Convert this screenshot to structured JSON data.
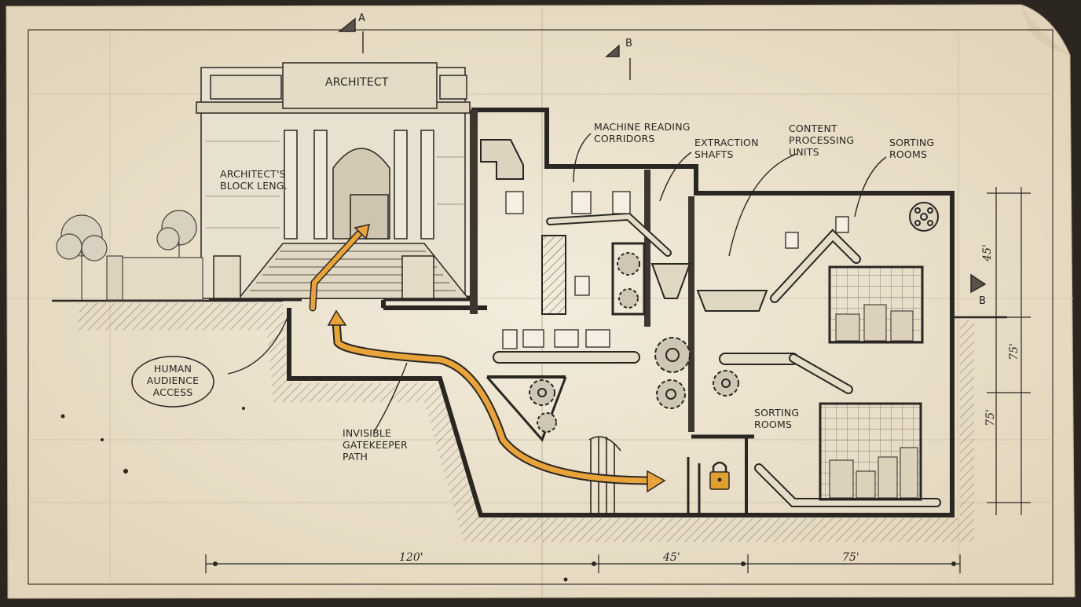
{
  "labels": {
    "architect": "ARCHITECT",
    "block_line1": "ARCHITECT'S",
    "block_line2": "BLOCK LENG.",
    "machine_reading_1": "MACHINE READING",
    "machine_reading_2": "CORRIDORS",
    "extraction_1": "EXTRACTION",
    "extraction_2": "SHAFTS",
    "content_1": "CONTENT",
    "content_2": "PROCESSING",
    "content_3": "UNITS",
    "sorting_top_1": "SORTING",
    "sorting_top_2": "ROOMS",
    "sorting_mid_1": "SORTING",
    "sorting_mid_2": "ROOMS",
    "human_1": "HUMAN",
    "human_2": "AUDIENCE",
    "human_3": "ACCESS",
    "gatekeeper_1": "INVISIBLE",
    "gatekeeper_2": "GATEKEEPER",
    "gatekeeper_3": "PATH"
  },
  "section_marks": {
    "a": "A",
    "b_top": "B",
    "b_right": "B"
  },
  "dimensions": {
    "bottom_1": "120'",
    "bottom_2": "45'",
    "bottom_3": "75'",
    "right_1": "45'",
    "right_2": "75'",
    "right_3": "75'"
  },
  "colors": {
    "paper": "#efe7d6",
    "ink": "#2a2622",
    "path": "#e8a33a",
    "lock": "#e0a030"
  },
  "icons": [
    "lock-icon",
    "gear-icon",
    "document-icon",
    "tree-icon",
    "film-reel-icon",
    "section-marker-icon"
  ]
}
